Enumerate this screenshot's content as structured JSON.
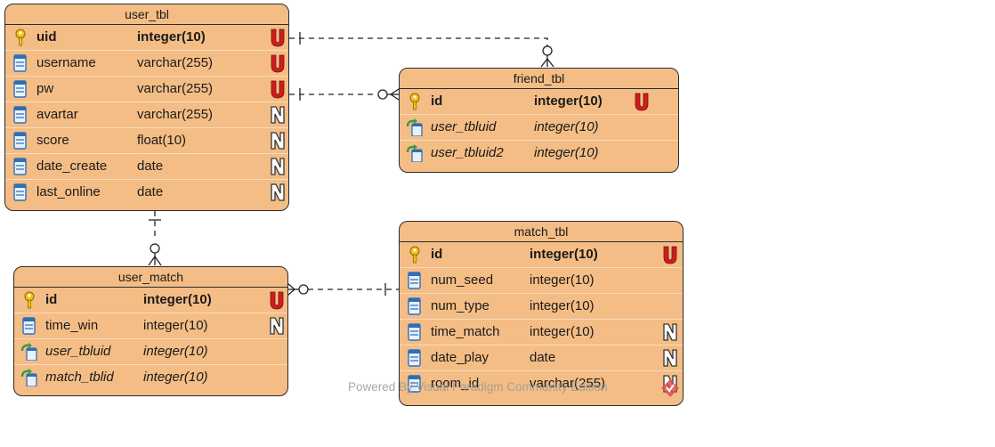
{
  "entities": {
    "user_tbl": {
      "name": "user_tbl",
      "fields": [
        {
          "name": "uid",
          "type": "integer(10)",
          "key": "pk",
          "badge": "U"
        },
        {
          "name": "username",
          "type": "varchar(255)",
          "key": "",
          "badge": "U"
        },
        {
          "name": "pw",
          "type": "varchar(255)",
          "key": "",
          "badge": "U"
        },
        {
          "name": "avartar",
          "type": "varchar(255)",
          "key": "",
          "badge": "N"
        },
        {
          "name": "score",
          "type": "float(10)",
          "key": "",
          "badge": "N"
        },
        {
          "name": "date_create",
          "type": "date",
          "key": "",
          "badge": "N"
        },
        {
          "name": "last_online",
          "type": "date",
          "key": "",
          "badge": "N"
        }
      ]
    },
    "friend_tbl": {
      "name": "friend_tbl",
      "fields": [
        {
          "name": "id",
          "type": "integer(10)",
          "key": "pk",
          "badge": "U"
        },
        {
          "name": "user_tbluid",
          "type": "integer(10)",
          "key": "fk",
          "badge": ""
        },
        {
          "name": "user_tbluid2",
          "type": "integer(10)",
          "key": "fk",
          "badge": ""
        }
      ]
    },
    "user_match": {
      "name": "user_match",
      "fields": [
        {
          "name": "id",
          "type": "integer(10)",
          "key": "pk",
          "badge": "U"
        },
        {
          "name": "time_win",
          "type": "integer(10)",
          "key": "",
          "badge": "N"
        },
        {
          "name": "user_tbluid",
          "type": "integer(10)",
          "key": "fk",
          "badge": ""
        },
        {
          "name": "match_tblid",
          "type": "integer(10)",
          "key": "fk",
          "badge": ""
        }
      ]
    },
    "match_tbl": {
      "name": "match_tbl",
      "fields": [
        {
          "name": "id",
          "type": "integer(10)",
          "key": "pk",
          "badge": "U"
        },
        {
          "name": "num_seed",
          "type": "integer(10)",
          "key": "",
          "badge": ""
        },
        {
          "name": "num_type",
          "type": "integer(10)",
          "key": "",
          "badge": ""
        },
        {
          "name": "time_match",
          "type": "integer(10)",
          "key": "",
          "badge": "N"
        },
        {
          "name": "date_play",
          "type": "date",
          "key": "",
          "badge": "N"
        },
        {
          "name": "room_id",
          "type": "varchar(255)",
          "key": "",
          "badge": "N"
        }
      ]
    }
  },
  "relationships": [
    {
      "from": "user_tbl.uid",
      "to": "friend_tbl.user_tbluid"
    },
    {
      "from": "user_tbl.uid",
      "to": "friend_tbl.user_tbluid2"
    },
    {
      "from": "user_tbl.uid",
      "to": "user_match.user_tbluid"
    },
    {
      "from": "match_tbl.id",
      "to": "user_match.match_tblid"
    }
  ],
  "watermark": "Powered By Visual Paradigm Community Edition",
  "colors": {
    "entity_fill": "#f4bd85",
    "border": "#2b2b2b",
    "unique_badge": "#cc1e1e",
    "key_icon": "#f2c21a",
    "column_icon": "#2f6fb5",
    "fk_arrow": "#3c9a3c"
  },
  "icons": {
    "pk": "key-icon",
    "column": "column-icon",
    "fk": "foreign-key-icon",
    "unique": "unique-badge-icon",
    "nullable": "nullable-badge-icon"
  }
}
